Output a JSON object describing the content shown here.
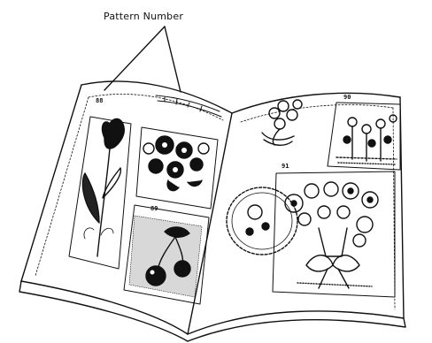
{
  "callout_label": "Pattern Number",
  "page_marks": {
    "left_top": "88",
    "right_top": "90",
    "right_mid": "91",
    "left_lower": "89"
  }
}
